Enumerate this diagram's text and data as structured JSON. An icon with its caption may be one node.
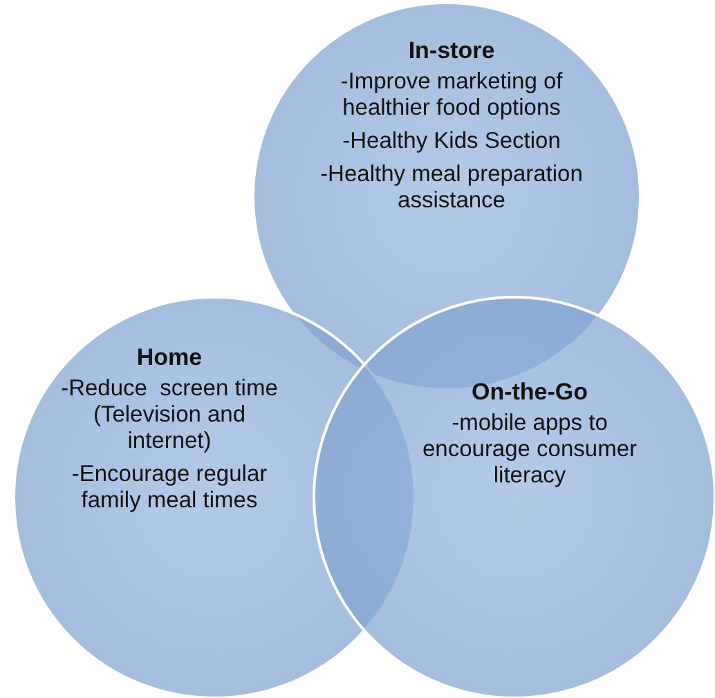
{
  "diagram": {
    "nodes": [
      {
        "text": [
          "In-store",
          "-Improve marketing of healthier food options",
          "-Healthy Kids Section",
          "-Healthy meal preparation assistance"
        ]
      },
      {
        "text": [
          "Home",
          "-Reduce  screen time (Television and internet)",
          "-Encourage regular family meal times"
        ]
      },
      {
        "text": [
          "On-the-Go",
          "-mobile apps to encourage consumer literacy"
        ]
      }
    ]
  }
}
